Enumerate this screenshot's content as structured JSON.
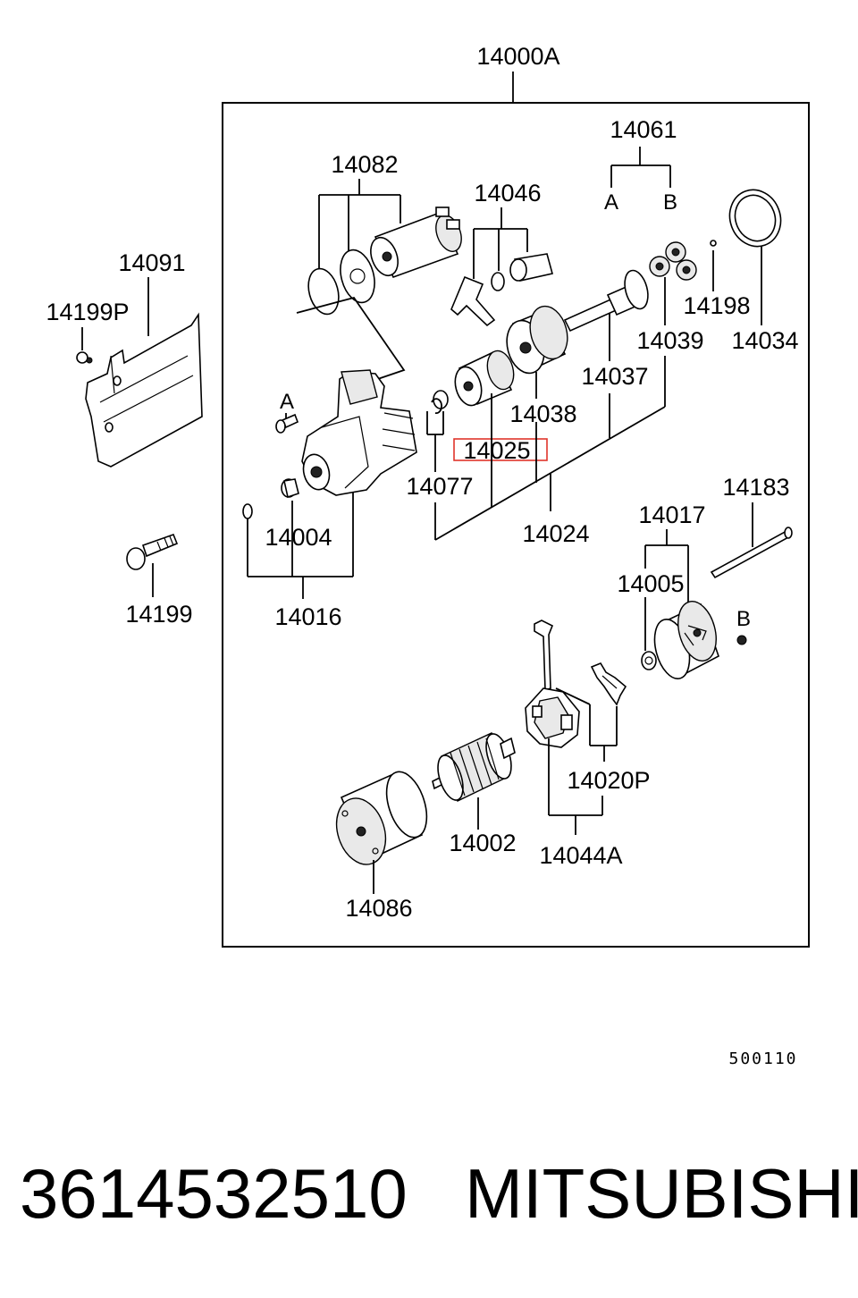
{
  "labels": {
    "assembly": "14000A",
    "solenoid": "14082",
    "lever": "14046",
    "group_14061": "14061",
    "sub_a": "A",
    "sub_b": "B",
    "cover": "14091",
    "clip": "14199P",
    "gear_14198": "14198",
    "gear_14039": "14039",
    "ring": "14034",
    "shaft": "14037",
    "internal_gear": "14038",
    "pinion": "14025",
    "stop_ring": "14077",
    "clutch_group": "14024",
    "bushing": "14004",
    "front_housing": "14016",
    "bolt": "14199",
    "through_bolt": "14183",
    "rear_bracket": "14017",
    "rear_bushing": "14005",
    "brush_group": "14020P",
    "armature": "14002",
    "brush_holder": "14044A",
    "yoke": "14086",
    "screw_a": "A",
    "screw_b": "B"
  },
  "highlight_color": "#e0352b",
  "diagram_code": "500110",
  "footer": {
    "part_number": "3614532510",
    "brand": "MITSUBISHI"
  }
}
